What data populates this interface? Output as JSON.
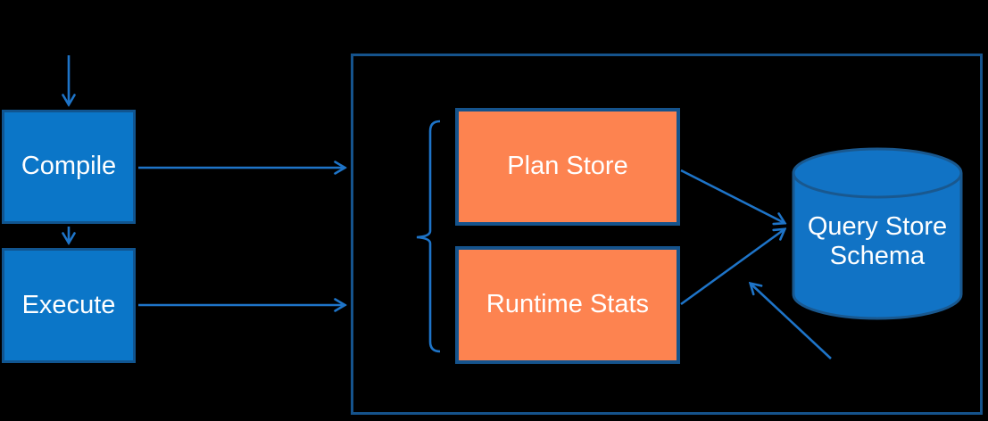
{
  "colors": {
    "canvas_bg": "#000000",
    "process_fill": "#0B76C8",
    "process_border": "#115590",
    "store_fill": "#FD8350",
    "store_border": "#15538C",
    "container_border": "#15538C",
    "cylinder_fill": "#1173C5",
    "cylinder_border": "#19588F",
    "arrow": "#1E74C8",
    "label_text": "#FFFFFF"
  },
  "nodes": {
    "compile": {
      "label": "Compile"
    },
    "execute": {
      "label": "Execute"
    },
    "plan_store": {
      "label": "Plan Store"
    },
    "runtime_stats": {
      "label": "Runtime Stats"
    },
    "query_store_schema": {
      "line1": "Query Store",
      "line2": "Schema"
    }
  }
}
